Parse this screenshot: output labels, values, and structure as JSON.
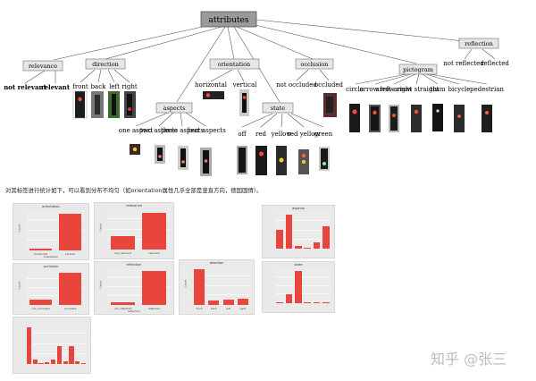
{
  "tree": {
    "root": "attributes",
    "categories": {
      "relevance": {
        "label": "relevance",
        "children": [
          "not relevant",
          "relevant"
        ]
      },
      "direction": {
        "label": "direction",
        "children": [
          "front",
          "back",
          "left",
          "right"
        ]
      },
      "orientation": {
        "label": "orientation",
        "children": [
          "horizontal",
          "vertical"
        ]
      },
      "aspects": {
        "label": "aspects",
        "children": [
          "one aspect",
          "two aspects",
          "three aspects",
          "four aspects"
        ]
      },
      "occlusion": {
        "label": "occlusion",
        "children": [
          "not occluded",
          "occluded"
        ]
      },
      "state": {
        "label": "state",
        "children": [
          "off",
          "red",
          "yellow",
          "red yellow",
          "green"
        ]
      },
      "pictogram": {
        "label": "pictogram",
        "children": [
          "circle",
          "arrow left",
          "arrow right",
          "arrow straight",
          "tram",
          "bicycle",
          "pedestrian"
        ]
      },
      "reflection": {
        "label": "reflection",
        "children": [
          "not reflected",
          "reflected"
        ]
      }
    }
  },
  "caption": "对其标签进行统计如下，可以看到分布不均匀（如orientation属性几乎全部是竖直方向，德国国情）。",
  "watermark": "知乎 @张三",
  "colors": {
    "bar": "#e8453c",
    "panel": "#ebebeb",
    "node_fill": "#e6e6e6",
    "root_fill": "#9a9a9a"
  },
  "chart_data": [
    {
      "type": "bar",
      "title": "orientation",
      "categories": [
        "horizontal",
        "vertical"
      ],
      "values": [
        0.05,
        1.0
      ],
      "xlabel": "orientation",
      "ylabel": "Count"
    },
    {
      "type": "bar",
      "title": "relevance",
      "categories": [
        "not_relevant",
        "relevant"
      ],
      "values": [
        0.37,
        1.0
      ],
      "xlabel": "",
      "ylabel": "Count"
    },
    {
      "type": "bar",
      "title": "aspects",
      "categories": [
        "",
        "",
        "",
        "",
        "",
        ""
      ],
      "values": [
        0.55,
        1.0,
        0.08,
        0.03,
        0.18,
        0.65
      ],
      "xlabel": "",
      "ylabel": ""
    },
    {
      "type": "bar",
      "title": "occlusion",
      "categories": [
        "not_occluded",
        "occluded"
      ],
      "values": [
        0.17,
        1.0
      ],
      "xlabel": "",
      "ylabel": "Count"
    },
    {
      "type": "bar",
      "title": "reflection",
      "categories": [
        "not_reflected",
        "reflected"
      ],
      "values": [
        0.08,
        1.0
      ],
      "xlabel": "reflection",
      "ylabel": "Count"
    },
    {
      "type": "bar",
      "title": "direction",
      "categories": [
        "front",
        "back",
        "left",
        "right"
      ],
      "values": [
        1.0,
        0.13,
        0.16,
        0.18
      ],
      "xlabel": "",
      "ylabel": "Count"
    },
    {
      "type": "bar",
      "title": "state",
      "categories": [
        "",
        "",
        "",
        "",
        "",
        ""
      ],
      "values": [
        0.02,
        0.28,
        1.0,
        0.02,
        0.02,
        0.03
      ],
      "xlabel": "",
      "ylabel": ""
    },
    {
      "type": "bar",
      "title": "",
      "categories": [
        "",
        "",
        "",
        "",
        "",
        "",
        "",
        "",
        "",
        ""
      ],
      "values": [
        1.0,
        0.12,
        0.03,
        0.06,
        0.11,
        0.48,
        0.08,
        0.48,
        0.08,
        0.03
      ],
      "xlabel": "",
      "ylabel": ""
    }
  ]
}
